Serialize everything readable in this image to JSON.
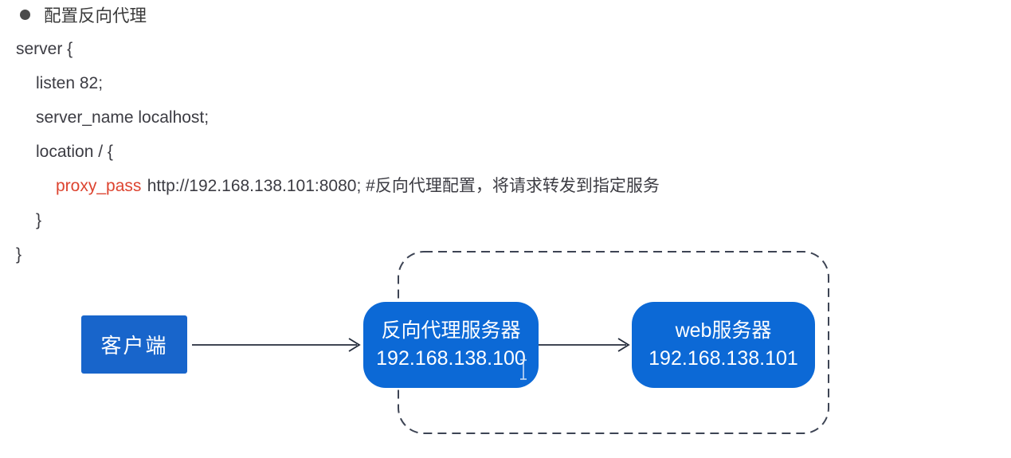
{
  "colors": {
    "page-bg": "#ffffff",
    "code-text": "#3c3c43",
    "heading-text": "#3a3a3a",
    "bullet-gray": "#4a4a4a",
    "keyword-red": "#dd4430",
    "client-blue": "#1865cb",
    "server-blue": "#0c69d6",
    "arrow-dark": "#242c3b",
    "dash-gray": "#3d4454",
    "box-text": "#ffffff"
  },
  "icons": {
    "bullet": "filled-circle",
    "text_cursor": "i-beam"
  },
  "heading": {
    "text": "配置反向代理"
  },
  "code": {
    "server_open": "server {",
    "listen": "listen 82;",
    "server_name": "server_name localhost;",
    "location_open": "location / {",
    "proxy_keyword": "proxy_pass",
    "proxy_rest": "http://192.168.138.101:8080; #反向代理配置，将请求转发到指定服务",
    "location_close": "}",
    "server_close": "}"
  },
  "diagram": {
    "client": {
      "label": "客户端"
    },
    "proxy": {
      "title": "反向代理服务器",
      "ip": "192.168.138.100"
    },
    "web": {
      "title": "web服务器",
      "ip": "192.168.138.101"
    }
  }
}
